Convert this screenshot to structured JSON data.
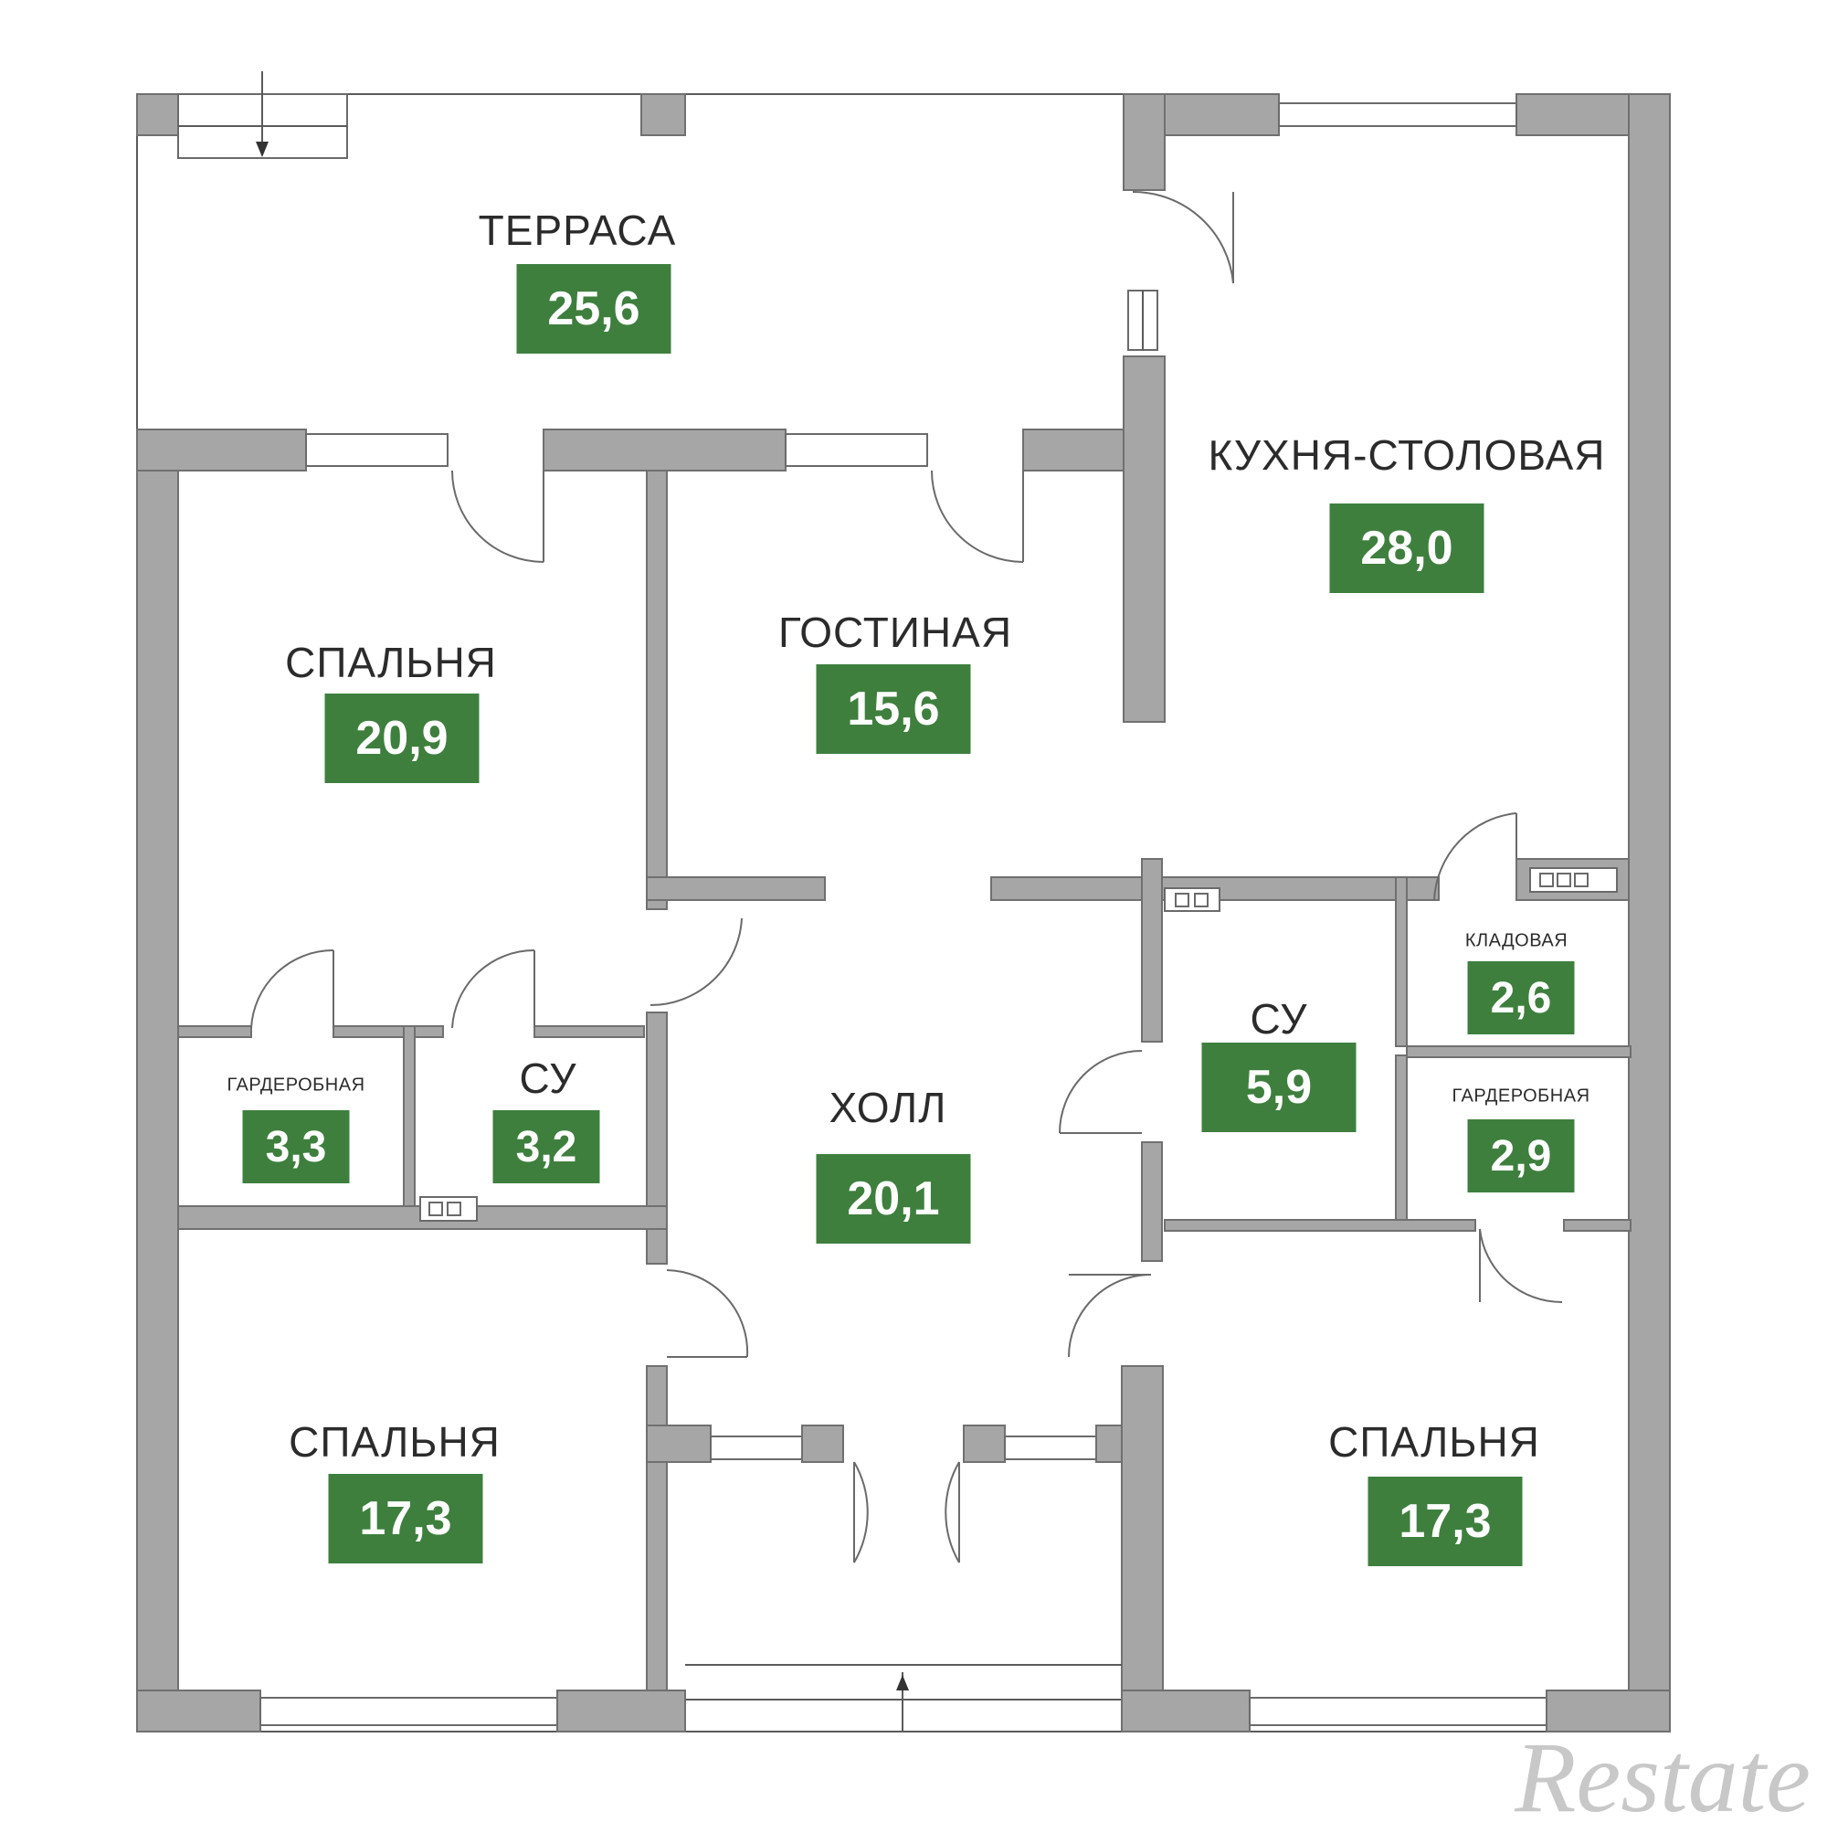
{
  "rooms": {
    "terrace": {
      "name": "ТЕРРАСА",
      "area": "25,6"
    },
    "kitchen": {
      "name": "КУХНЯ-СТОЛОВАЯ",
      "area": "28,0"
    },
    "bedroom_nw": {
      "name": "СПАЛЬНЯ",
      "area": "20,9"
    },
    "living": {
      "name": "ГОСТИНАЯ",
      "area": "15,6"
    },
    "pantry": {
      "name": "КЛАДОВАЯ",
      "area": "2,6"
    },
    "bath_east": {
      "name": "СУ",
      "area": "5,9"
    },
    "wardrobe_west": {
      "name": "ГАРДЕРОБНАЯ",
      "area": "3,3"
    },
    "bath_west": {
      "name": "СУ",
      "area": "3,2"
    },
    "hall": {
      "name": "ХОЛЛ",
      "area": "20,1"
    },
    "wardrobe_east": {
      "name": "ГАРДЕРОБНАЯ",
      "area": "2,9"
    },
    "bedroom_sw": {
      "name": "СПАЛЬНЯ",
      "area": "17,3"
    },
    "bedroom_se": {
      "name": "СПАЛЬНЯ",
      "area": "17,3"
    }
  },
  "watermark": "Restate",
  "colors": {
    "area_badge": "#3e7f3e",
    "wall": "#a6a6a6"
  }
}
